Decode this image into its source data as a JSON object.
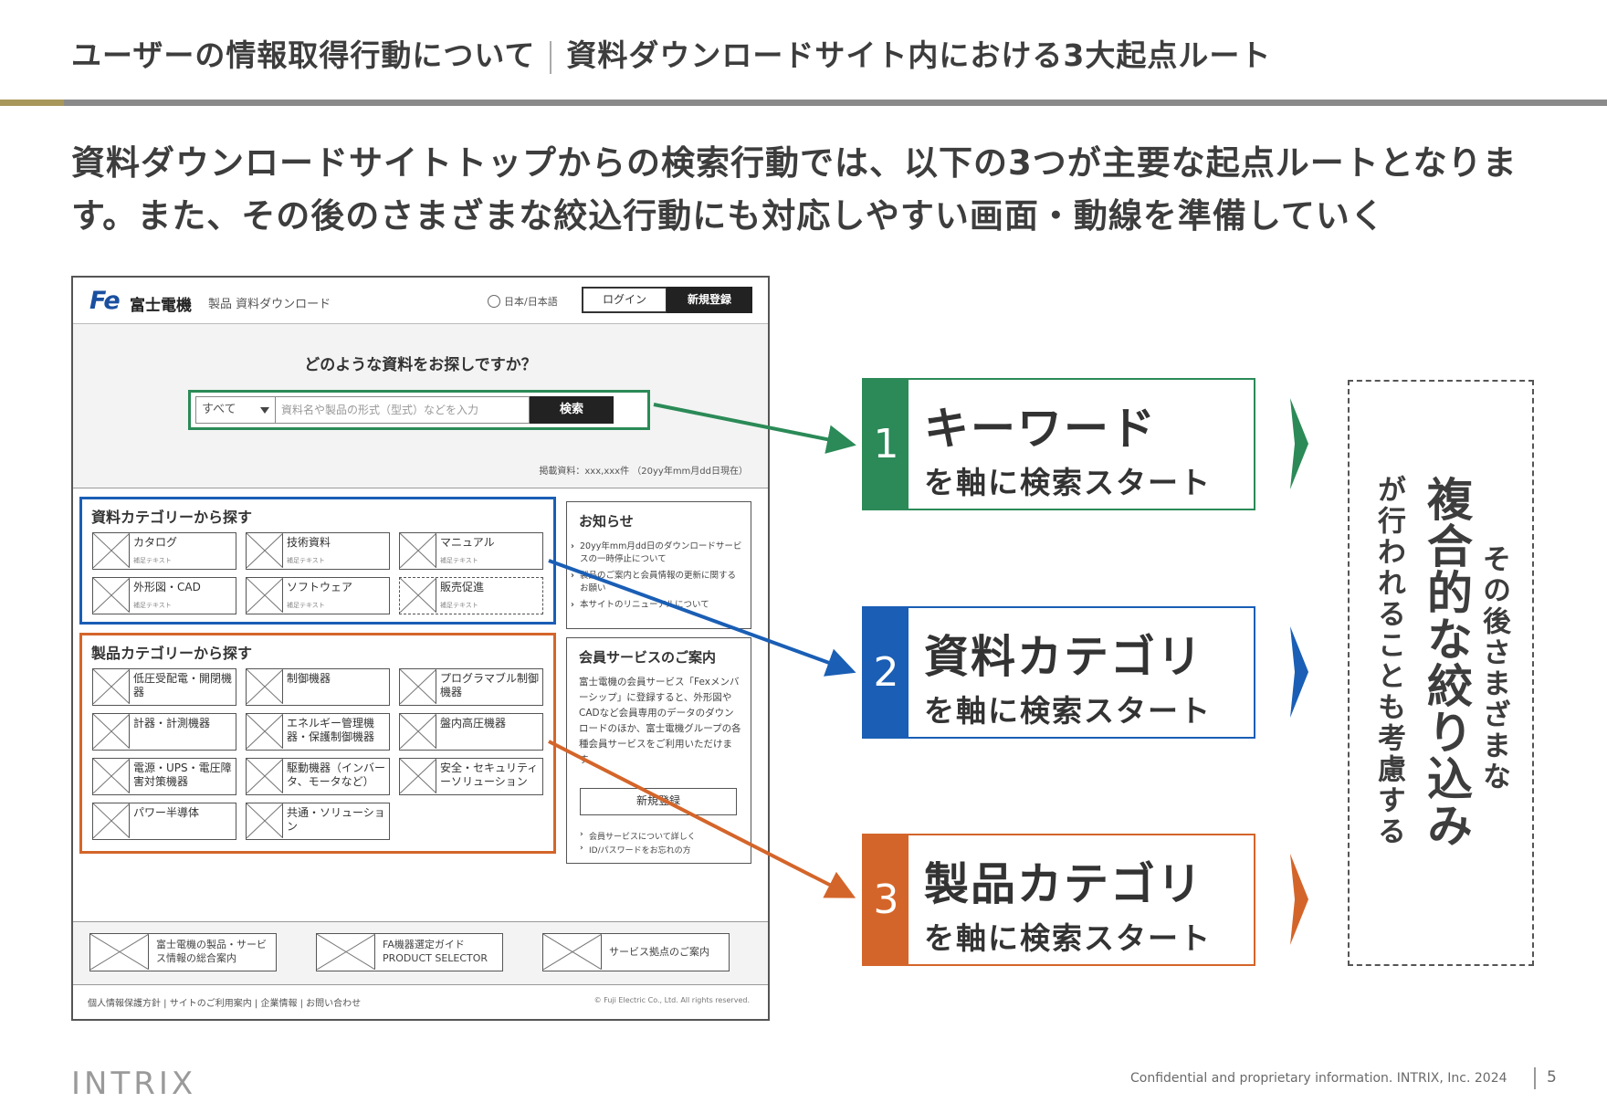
{
  "header": {
    "title_main": "ユーザーの情報取得行動について",
    "title_sub": "資料ダウンロードサイト内における3大起点ルート"
  },
  "lead": "資料ダウンロードサイトトップからの検索行動では、以下の3つが主要な起点ルートとなります。また、その後のさまざまな絞込行動にも対応しやすい画面・動線を準備していく",
  "mock": {
    "logo": "Fe",
    "brand": "富士電機",
    "site_name": "製品 資料ダウンロード",
    "lang": "日本/日本語",
    "login": "ログイン",
    "signup": "新規登録",
    "hero_question": "どのような資料をお探しですか？",
    "search_select": "すべて",
    "search_placeholder": "資料名や製品の形式（型式）などを入力",
    "search_button": "検索",
    "doc_count": "掲載資料：xxx,xxx件 （20yy年mm月dd日現在）",
    "doc_category_title": "資料カテゴリーから探す",
    "doc_categories": [
      {
        "label": "カタログ",
        "note": "補足テキスト"
      },
      {
        "label": "技術資料",
        "note": "補足テキスト"
      },
      {
        "label": "マニュアル",
        "note": "補足テキスト"
      },
      {
        "label": "外形図・CAD",
        "note": "補足テキスト"
      },
      {
        "label": "ソフトウェア",
        "note": "補足テキスト"
      },
      {
        "label": "販売促進",
        "note": "補足テキスト"
      }
    ],
    "product_category_title": "製品カテゴリーから探す",
    "product_categories": [
      "低圧受配電・開閉機器",
      "制御機器",
      "プログラマブル制御機器",
      "計器・計測機器",
      "エネルギー管理機器・保護制御機器",
      "盤内高圧機器",
      "電源・UPS・電圧障害対策機器",
      "駆動機器（インバータ、モータなど）",
      "安全・セキュリティーソリューション",
      "パワー半導体",
      "共通・ソリューション"
    ],
    "news_title": "お知らせ",
    "news_items": [
      "20yy年mm月dd日のダウンロードサービスの一時停止について",
      "製品のご案内と会員情報の更新に関するお願い",
      "本サイトのリニューアルについて"
    ],
    "member_title": "会員サービスのご案内",
    "member_body": "富士電機の会員サービス「Fexメンバーシップ」に登録すると、外形図やCADなど会員専用のデータのダウンロードのほか、富士電機グループの各種会員サービスをご利用いただけます。",
    "member_button": "新規登録",
    "member_links": [
      "会員サービスについて詳しく",
      "ID/パスワードをお忘れの方"
    ],
    "footer_tiles": [
      "富士電機の製品・サービス情報の総合案内",
      "FA機器選定ガイド PRODUCT SELECTOR",
      "サービス拠点のご案内"
    ],
    "footer_links": "個人情報保護方針 | サイトのご利用案内 | 企業情報 | お問い合わせ",
    "copyright": "© Fuji Electric Co., Ltd. All rights reserved."
  },
  "routes": [
    {
      "number": "1",
      "title": "キーワード",
      "subtitle": "を軸に検索スタート",
      "color": "#2b8a57"
    },
    {
      "number": "2",
      "title": "資料カテゴリ",
      "subtitle": "を軸に検索スタート",
      "color": "#1a5eb5"
    },
    {
      "number": "3",
      "title": "製品カテゴリ",
      "subtitle": "を軸に検索スタート",
      "color": "#d4652a"
    }
  ],
  "result": {
    "line1": "その後さまざまな",
    "line2": "複合的な絞り込み",
    "line3": "が行われることも考慮する"
  },
  "footer": {
    "brand": "INTRIX",
    "confidential": "Confidential and proprietary information. INTRIX, Inc. 2024",
    "page": "5"
  }
}
